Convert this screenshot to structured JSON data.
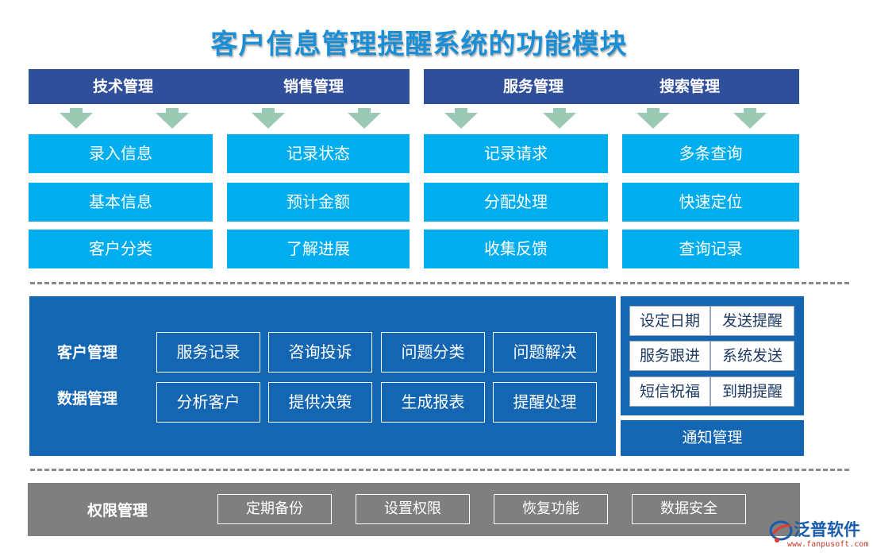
{
  "title": "客户信息管理提醒系统的功能模块",
  "headers": [
    "技术管理",
    "销售管理",
    "服务管理",
    "搜索管理"
  ],
  "columns": [
    [
      "录入信息",
      "基本信息",
      "客户分类"
    ],
    [
      "记录状态",
      "预计金额",
      "了解进展"
    ],
    [
      "记录请求",
      "分配处理",
      "收集反馈"
    ],
    [
      "多条查询",
      "快速定位",
      "查询记录"
    ]
  ],
  "middle": {
    "labels": [
      "客户管理",
      "数据管理"
    ],
    "row1": [
      "服务记录",
      "咨询投诉",
      "问题分类",
      "问题解决"
    ],
    "row2": [
      "分析客户",
      "提供决策",
      "生成报表",
      "提醒处理"
    ]
  },
  "right_panel": {
    "cells": [
      [
        "设定日期",
        "发送提醒"
      ],
      [
        "服务跟进",
        "系统发送"
      ],
      [
        "短信祝福",
        "到期提醒"
      ]
    ],
    "footer": "通知管理"
  },
  "permissions": {
    "label": "权限管理",
    "items": [
      "定期备份",
      "设置权限",
      "恢复功能",
      "数据安全"
    ]
  },
  "logo": {
    "name": "泛普软件",
    "url": "www.fanpusoft.com"
  },
  "colors": {
    "title": "#1a8fd6",
    "header_bar": "#2f4f9a",
    "cyan_box": "#00adef",
    "blue_panel": "#1466b2",
    "grey_bar": "#7f7f7f",
    "arrow": "#9cc9b4"
  }
}
